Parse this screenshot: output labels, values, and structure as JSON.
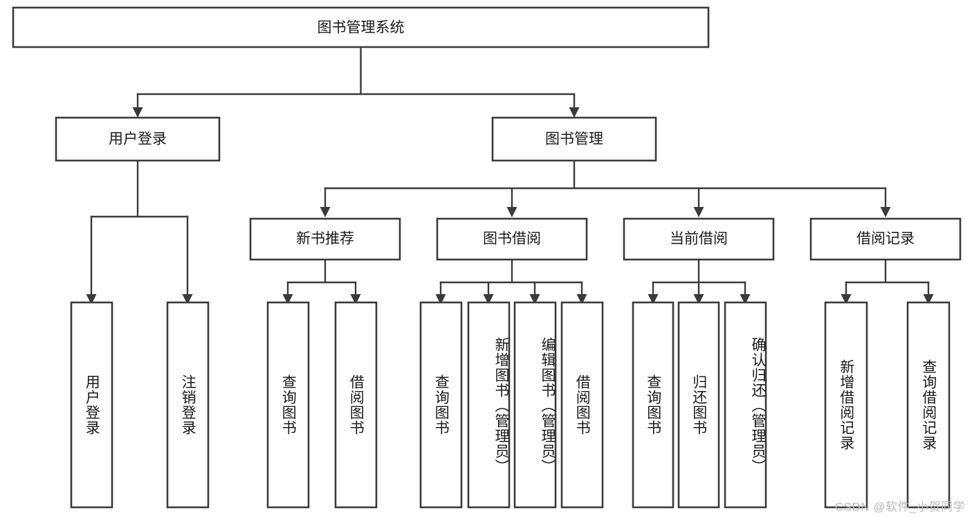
{
  "diagram": {
    "title": "图书管理系统",
    "type": "tree",
    "orientation": "top-down",
    "background_color": "#ffffff",
    "box_stroke_color": "#3a3a3a",
    "connector_color": "#3a3a3a",
    "text_color": "#1a1a1a",
    "root": {
      "id": "root",
      "label": "图书管理系统",
      "orientation": "horizontal"
    },
    "level2": [
      {
        "id": "user-login",
        "label": "用户登录",
        "orientation": "horizontal"
      },
      {
        "id": "book-manage",
        "label": "图书管理",
        "orientation": "horizontal"
      }
    ],
    "level3": [
      {
        "id": "new-book-rec",
        "label": "新书推荐",
        "orientation": "horizontal",
        "parent": "book-manage"
      },
      {
        "id": "book-borrow",
        "label": "图书借阅",
        "orientation": "horizontal",
        "parent": "book-manage"
      },
      {
        "id": "current-borrow",
        "label": "当前借阅",
        "orientation": "horizontal",
        "parent": "book-manage"
      },
      {
        "id": "borrow-record",
        "label": "借阅记录",
        "orientation": "horizontal",
        "parent": "book-manage"
      }
    ],
    "leaves": [
      {
        "id": "leaf-user-login",
        "label": "用户登录",
        "orientation": "vertical",
        "parent": "user-login"
      },
      {
        "id": "leaf-user-logout",
        "label": "注销登录",
        "orientation": "vertical",
        "parent": "user-login"
      },
      {
        "id": "leaf-query-book-1",
        "label": "查询图书",
        "orientation": "vertical",
        "parent": "new-book-rec"
      },
      {
        "id": "leaf-borrow-book-1",
        "label": "借阅图书",
        "orientation": "vertical",
        "parent": "new-book-rec"
      },
      {
        "id": "leaf-query-book-2",
        "label": "查询图书",
        "orientation": "vertical",
        "parent": "book-borrow"
      },
      {
        "id": "leaf-add-book",
        "label": "新增图书（管理员）",
        "orientation": "vertical",
        "parent": "book-borrow"
      },
      {
        "id": "leaf-edit-book",
        "label": "编辑图书（管理员）",
        "orientation": "vertical",
        "parent": "book-borrow"
      },
      {
        "id": "leaf-borrow-book-2",
        "label": "借阅图书",
        "orientation": "vertical",
        "parent": "book-borrow"
      },
      {
        "id": "leaf-query-book-3",
        "label": "查询图书",
        "orientation": "vertical",
        "parent": "current-borrow"
      },
      {
        "id": "leaf-return-book",
        "label": "归还图书",
        "orientation": "vertical",
        "parent": "current-borrow"
      },
      {
        "id": "leaf-confirm-return",
        "label": "确认归还（管理员）",
        "orientation": "vertical",
        "parent": "current-borrow"
      },
      {
        "id": "leaf-add-record",
        "label": "新增借阅记录",
        "orientation": "vertical",
        "parent": "borrow-record"
      },
      {
        "id": "leaf-query-record",
        "label": "查询借阅记录",
        "orientation": "vertical",
        "parent": "borrow-record"
      }
    ]
  },
  "watermark": {
    "text": "CSDN @软件_小贺同学"
  }
}
